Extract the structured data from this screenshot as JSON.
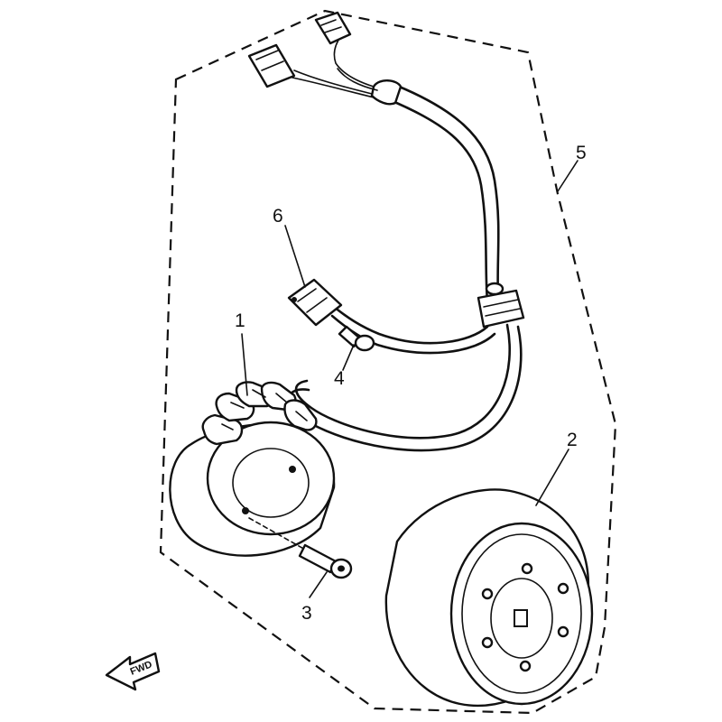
{
  "callouts": {
    "stator": "1",
    "flywheel": "2",
    "stator_bolt": "3",
    "pickup_bolt": "4",
    "assembly": "5",
    "pulser_coil": "6"
  },
  "direction_arrow": {
    "label": "FWD"
  },
  "colors": {
    "line": "#111111",
    "background": "#ffffff"
  }
}
